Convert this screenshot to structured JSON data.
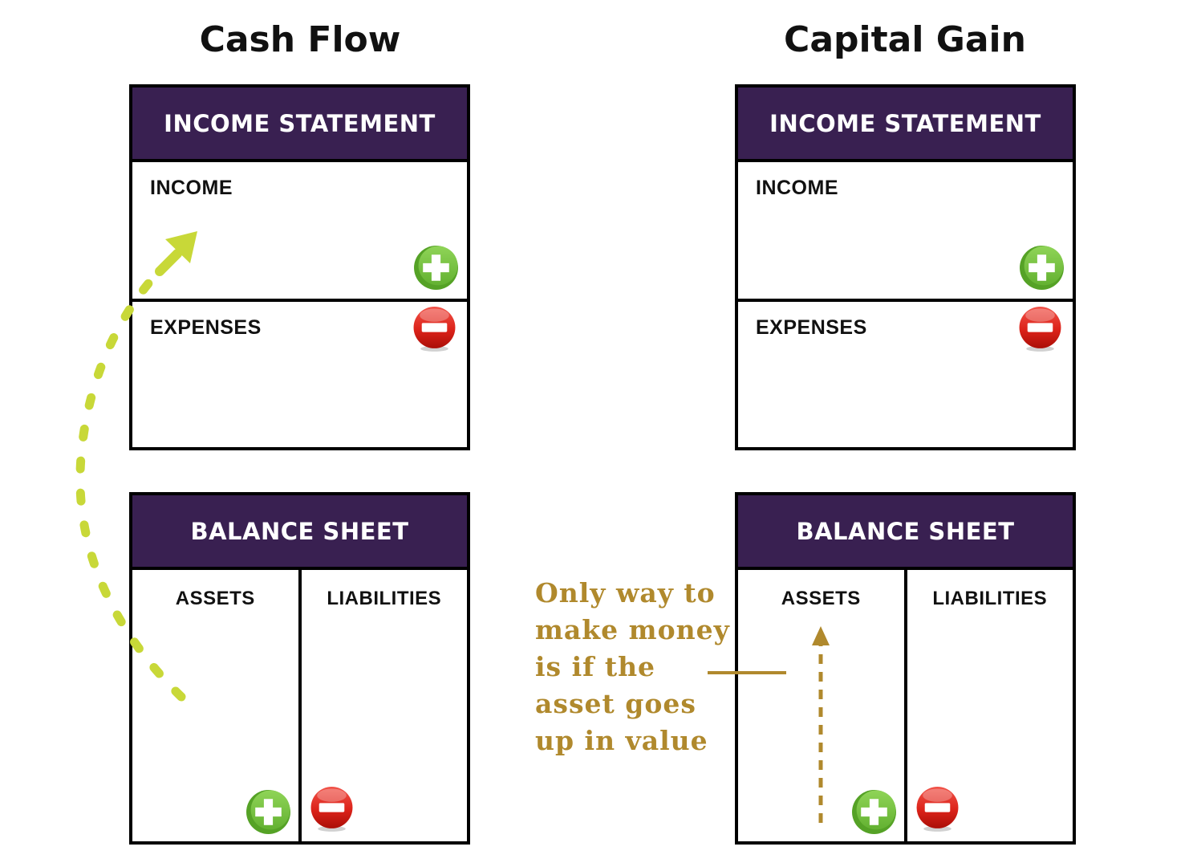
{
  "panels": [
    {
      "title": "Cash Flow",
      "income_statement": {
        "header": "INCOME STATEMENT",
        "income_label": "INCOME",
        "expenses_label": "EXPENSES"
      },
      "balance_sheet": {
        "header": "BALANCE SHEET",
        "assets_label": "ASSETS",
        "liabilities_label": "LIABILITIES"
      }
    },
    {
      "title": "Capital Gain",
      "income_statement": {
        "header": "INCOME STATEMENT",
        "income_label": "INCOME",
        "expenses_label": "EXPENSES"
      },
      "balance_sheet": {
        "header": "BALANCE SHEET",
        "assets_label": "ASSETS",
        "liabilities_label": "LIABILITIES"
      }
    }
  ],
  "annotation": {
    "text": "Only way to\nmake money\nis if the\nasset goes\nup in value"
  },
  "icons": {
    "plus": "plus-icon",
    "minus": "minus-icon"
  },
  "colors": {
    "header_purple": "#392051",
    "lime_arrow": "#c8d838",
    "gold": "#b0892d",
    "plus_green": "#66b334",
    "minus_red": "#d8231a",
    "border_black": "#000000"
  }
}
